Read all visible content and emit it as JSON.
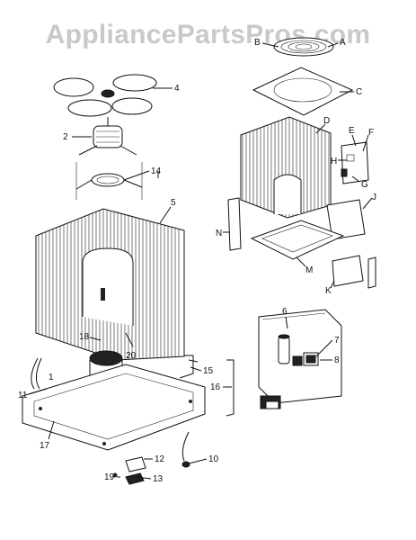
{
  "watermark": "AppliancePartsPros.com",
  "callouts": {
    "n1": "1",
    "n2": "2",
    "n4": "4",
    "n5": "5",
    "n6": "6",
    "n7": "7",
    "n8": "8",
    "n10": "10",
    "n11": "11",
    "n12": "12",
    "n13": "13",
    "n14": "14",
    "n15": "15",
    "n16": "16",
    "n17": "17",
    "n18": "18",
    "n19": "19",
    "n20": "20",
    "A": "A",
    "B": "B",
    "C": "C",
    "D": "D",
    "E": "E",
    "F": "F",
    "G": "G",
    "H": "H",
    "J": "J",
    "K": "K",
    "M": "M",
    "N": "N"
  }
}
